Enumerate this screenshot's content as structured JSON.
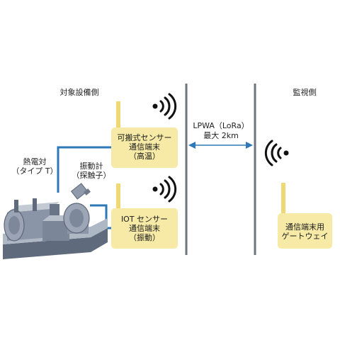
{
  "sections": {
    "target_side": "対象設備側",
    "monitor_side": "監視側"
  },
  "link": {
    "line1": "LPWA（LoRa）",
    "line2": "最大 2km"
  },
  "devices": {
    "portable_sensor": [
      "可搬式センサー",
      "通信端末",
      "（高温）"
    ],
    "iot_sensor": [
      "IOT センサー",
      "通信端末",
      "（振動）"
    ],
    "gateway": [
      "通信端末用",
      "ゲートウェイ"
    ]
  },
  "labels": {
    "thermocouple": [
      "熱電対",
      "（タイプ T）"
    ],
    "vibrometer": [
      "振動計",
      "（探触子）"
    ]
  },
  "colors": {
    "device_fill": "#f6eaa6",
    "antenna": "#f0d874",
    "wire": "#2e78b7",
    "divider": "#6e7480",
    "link_arrow": "#2e78b7",
    "machine": "#8a96a8"
  },
  "icons": {
    "signal": "wireless-signal-icon"
  }
}
